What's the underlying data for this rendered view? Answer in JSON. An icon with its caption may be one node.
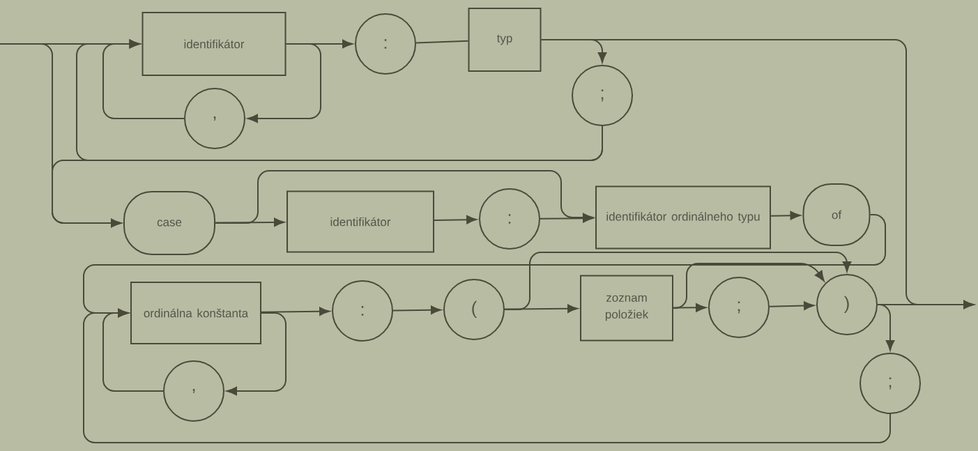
{
  "diagram": {
    "nodes": [
      {
        "text": [
          "identifikátor"
        ]
      },
      {
        "text": [
          ","
        ]
      },
      {
        "text": [
          ":"
        ]
      },
      {
        "text": [
          "typ"
        ]
      },
      {
        "text": [
          ";"
        ]
      },
      {
        "text": [
          "case"
        ]
      },
      {
        "text": [
          "identifikátor"
        ]
      },
      {
        "text": [
          ":"
        ]
      },
      {
        "text": [
          "identifikátor ordinálneho typu"
        ]
      },
      {
        "text": [
          "of"
        ]
      },
      {
        "text": [
          "ordinálna konštanta"
        ]
      },
      {
        "text": [
          ","
        ]
      },
      {
        "text": [
          ":"
        ]
      },
      {
        "text": [
          "("
        ]
      },
      {
        "text": [
          "zoznam položiek"
        ]
      },
      {
        "text": [
          ";"
        ]
      },
      {
        "text": [
          ")"
        ]
      },
      {
        "text": [
          ";"
        ]
      }
    ],
    "edges": [
      {
        "from": null,
        "to": 0,
        "arrow": "to"
      },
      {
        "from": null,
        "to": 5,
        "arrow": "to"
      },
      {
        "from": 0,
        "to": 2,
        "arrow": "to"
      },
      {
        "from": 0,
        "to": 1,
        "arrow": "to"
      },
      {
        "from": 1,
        "to": 0,
        "arrow": "to"
      },
      {
        "from": 2,
        "to": 3,
        "arrow": "none"
      },
      {
        "from": 3,
        "to": 4,
        "arrow": "to"
      },
      {
        "from": 3,
        "to": null,
        "arrow": "to"
      },
      {
        "from": 4,
        "to": 0,
        "arrow": "to"
      },
      {
        "from": 4,
        "to": 5,
        "arrow": "to"
      },
      {
        "from": 5,
        "to": 6,
        "arrow": "to"
      },
      {
        "from": 5,
        "to": 8,
        "arrow": "to"
      },
      {
        "from": 6,
        "to": 7,
        "arrow": "to"
      },
      {
        "from": 7,
        "to": 8,
        "arrow": "to"
      },
      {
        "from": 8,
        "to": 9,
        "arrow": "to"
      },
      {
        "from": 9,
        "to": 10,
        "arrow": "to"
      },
      {
        "from": 10,
        "to": 12,
        "arrow": "to"
      },
      {
        "from": 10,
        "to": 11,
        "arrow": "to"
      },
      {
        "from": 11,
        "to": 10,
        "arrow": "to"
      },
      {
        "from": 12,
        "to": 13,
        "arrow": "to"
      },
      {
        "from": 13,
        "to": 14,
        "arrow": "to"
      },
      {
        "from": 13,
        "to": 16,
        "arrow": "to"
      },
      {
        "from": 14,
        "to": 15,
        "arrow": "to"
      },
      {
        "from": 14,
        "to": 16,
        "arrow": "to"
      },
      {
        "from": 15,
        "to": 16,
        "arrow": "to"
      },
      {
        "from": 16,
        "to": null,
        "arrow": "to"
      },
      {
        "from": 16,
        "to": 17,
        "arrow": "to"
      },
      {
        "from": 17,
        "to": 10,
        "arrow": "to"
      }
    ]
  }
}
